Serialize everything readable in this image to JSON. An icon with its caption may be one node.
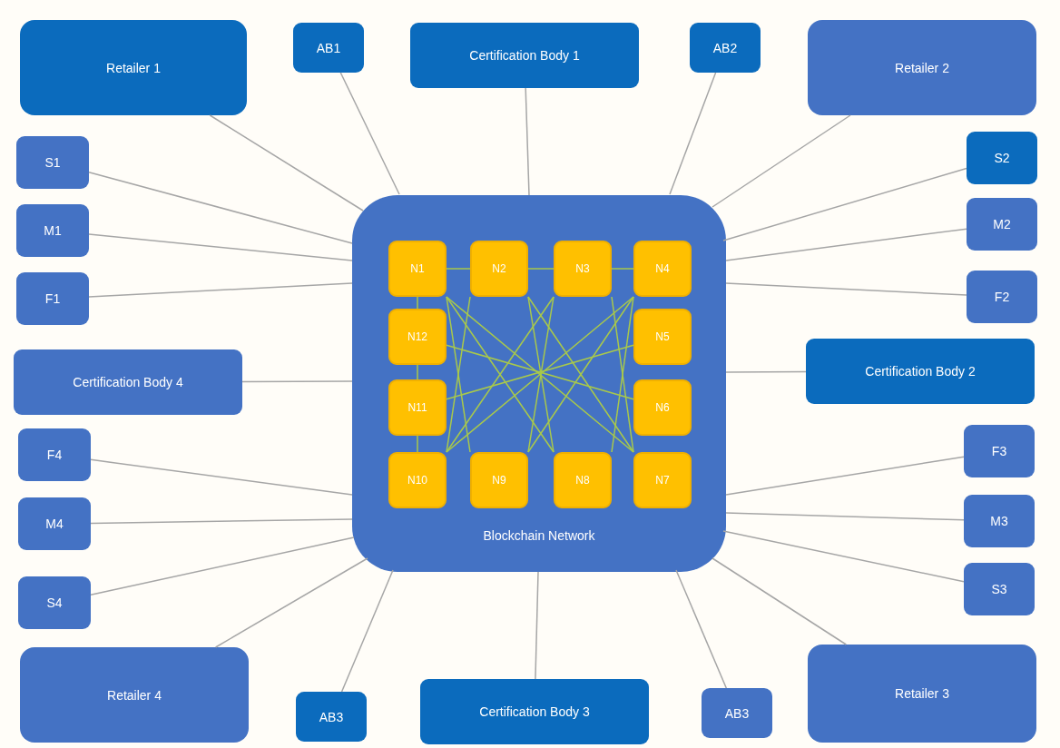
{
  "diagram": {
    "nodes": [
      {
        "text": [
          "Retailer 1"
        ]
      },
      {
        "text": [
          "AB1"
        ]
      },
      {
        "text": [
          "Certification Body 1"
        ]
      },
      {
        "text": [
          "AB2"
        ]
      },
      {
        "text": [
          "Retailer 2"
        ]
      },
      {
        "text": [
          "S1"
        ]
      },
      {
        "text": [
          "S2"
        ]
      },
      {
        "text": [
          "M1"
        ]
      },
      {
        "text": [
          "M2"
        ]
      },
      {
        "text": [
          "F1"
        ]
      },
      {
        "text": [
          "F2"
        ]
      },
      {
        "text": [
          "Blockchain Network"
        ]
      },
      {
        "text": [
          "N1"
        ],
        "in": 11
      },
      {
        "text": [
          "N2"
        ],
        "in": 11
      },
      {
        "text": [
          "N3"
        ],
        "in": 11
      },
      {
        "text": [
          "N4"
        ],
        "in": 11
      },
      {
        "text": [
          "N12"
        ],
        "in": 11
      },
      {
        "text": [
          "N5"
        ],
        "in": 11
      },
      {
        "text": [
          "N11"
        ],
        "in": 11
      },
      {
        "text": [
          "N6"
        ],
        "in": 11
      },
      {
        "text": [
          "N10"
        ],
        "in": 11
      },
      {
        "text": [
          "N9"
        ],
        "in": 11
      },
      {
        "text": [
          "N8"
        ],
        "in": 11
      },
      {
        "text": [
          "N7"
        ],
        "in": 11
      },
      {
        "text": [
          "Certification Body 4"
        ]
      },
      {
        "text": [
          "Certification Body 2"
        ]
      },
      {
        "text": [
          "F4"
        ]
      },
      {
        "text": [
          "F3"
        ]
      },
      {
        "text": [
          "M4"
        ]
      },
      {
        "text": [
          "M3"
        ]
      },
      {
        "text": [
          "S4"
        ]
      },
      {
        "text": [
          "S3"
        ]
      },
      {
        "text": [
          "Retailer 4"
        ]
      },
      {
        "text": [
          "AB3"
        ]
      },
      {
        "text": [
          "Certification Body 3"
        ]
      },
      {
        "text": [
          "AB3"
        ]
      },
      {
        "text": [
          "Retailer 3"
        ]
      }
    ],
    "edges": [
      {
        "from": 0,
        "to": 11,
        "arrow": "none"
      },
      {
        "from": 1,
        "to": 11,
        "arrow": "none"
      },
      {
        "from": 2,
        "to": 11,
        "arrow": "none"
      },
      {
        "from": 3,
        "to": 11,
        "arrow": "none"
      },
      {
        "from": 4,
        "to": 11,
        "arrow": "none"
      },
      {
        "from": 5,
        "to": 11,
        "arrow": "none"
      },
      {
        "from": 6,
        "to": 11,
        "arrow": "none"
      },
      {
        "from": 7,
        "to": 11,
        "arrow": "none"
      },
      {
        "from": 8,
        "to": 11,
        "arrow": "none"
      },
      {
        "from": 9,
        "to": 11,
        "arrow": "none"
      },
      {
        "from": 10,
        "to": 11,
        "arrow": "none"
      },
      {
        "from": 24,
        "to": 11,
        "arrow": "none"
      },
      {
        "from": 25,
        "to": 11,
        "arrow": "none"
      },
      {
        "from": 26,
        "to": 11,
        "arrow": "none"
      },
      {
        "from": 27,
        "to": 11,
        "arrow": "none"
      },
      {
        "from": 28,
        "to": 11,
        "arrow": "none"
      },
      {
        "from": 29,
        "to": 11,
        "arrow": "none"
      },
      {
        "from": 30,
        "to": 11,
        "arrow": "none"
      },
      {
        "from": 31,
        "to": 11,
        "arrow": "none"
      },
      {
        "from": 32,
        "to": 11,
        "arrow": "none"
      },
      {
        "from": 33,
        "to": 11,
        "arrow": "none"
      },
      {
        "from": 34,
        "to": 11,
        "arrow": "none"
      },
      {
        "from": 35,
        "to": 11,
        "arrow": "none"
      },
      {
        "from": 36,
        "to": 11,
        "arrow": "none"
      },
      {
        "from": 12,
        "to": 13,
        "arrow": "none",
        "color": "#a9c94a"
      },
      {
        "from": 13,
        "to": 14,
        "arrow": "none",
        "color": "#a9c94a"
      },
      {
        "from": 14,
        "to": 15,
        "arrow": "none",
        "color": "#a9c94a"
      },
      {
        "from": 12,
        "to": 16,
        "arrow": "none",
        "color": "#a9c94a"
      },
      {
        "from": 16,
        "to": 18,
        "arrow": "none",
        "color": "#a9c94a"
      },
      {
        "from": 18,
        "to": 20,
        "arrow": "none",
        "color": "#a9c94a"
      },
      {
        "from": 12,
        "to": 21,
        "arrow": "none",
        "color": "#a9c94a"
      },
      {
        "from": 12,
        "to": 22,
        "arrow": "none",
        "color": "#a9c94a"
      },
      {
        "from": 12,
        "to": 23,
        "arrow": "none",
        "color": "#a9c94a"
      },
      {
        "from": 13,
        "to": 20,
        "arrow": "none",
        "color": "#a9c94a"
      },
      {
        "from": 13,
        "to": 22,
        "arrow": "none",
        "color": "#a9c94a"
      },
      {
        "from": 13,
        "to": 23,
        "arrow": "none",
        "color": "#a9c94a"
      },
      {
        "from": 14,
        "to": 20,
        "arrow": "none",
        "color": "#a9c94a"
      },
      {
        "from": 14,
        "to": 21,
        "arrow": "none",
        "color": "#a9c94a"
      },
      {
        "from": 14,
        "to": 23,
        "arrow": "none",
        "color": "#a9c94a"
      },
      {
        "from": 15,
        "to": 20,
        "arrow": "none",
        "color": "#a9c94a"
      },
      {
        "from": 15,
        "to": 21,
        "arrow": "none",
        "color": "#a9c94a"
      },
      {
        "from": 15,
        "to": 22,
        "arrow": "none",
        "color": "#a9c94a"
      },
      {
        "from": 16,
        "to": 19,
        "arrow": "none",
        "color": "#a9c94a"
      },
      {
        "from": 18,
        "to": 17,
        "arrow": "none",
        "color": "#a9c94a"
      }
    ]
  }
}
